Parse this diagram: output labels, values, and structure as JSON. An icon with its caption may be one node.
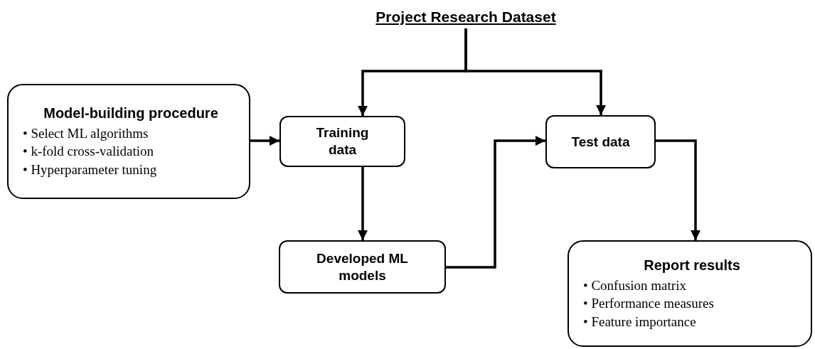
{
  "diagram": {
    "nodes": [
      {
        "text": [
          "Project Research Dataset"
        ]
      },
      {
        "text": [
          "Model-building procedure",
          "• Select ML algorithms",
          "• k-fold cross-validation",
          "• Hyperparameter tuning"
        ]
      },
      {
        "text": [
          "Training data"
        ]
      },
      {
        "text": [
          "Test data"
        ]
      },
      {
        "text": [
          "Developed ML models"
        ]
      },
      {
        "text": [
          "Report results",
          "• Confusion matrix",
          "• Performance measures",
          "• Feature importance"
        ]
      }
    ],
    "edges": [
      {
        "from": 0,
        "to": 2,
        "arrow": "to"
      },
      {
        "from": 0,
        "to": 3,
        "arrow": "to"
      },
      {
        "from": 1,
        "to": 2,
        "arrow": "to"
      },
      {
        "from": 2,
        "to": 4,
        "arrow": "to"
      },
      {
        "from": 4,
        "to": 3,
        "arrow": "to"
      },
      {
        "from": 3,
        "to": 5,
        "arrow": "to"
      }
    ]
  }
}
